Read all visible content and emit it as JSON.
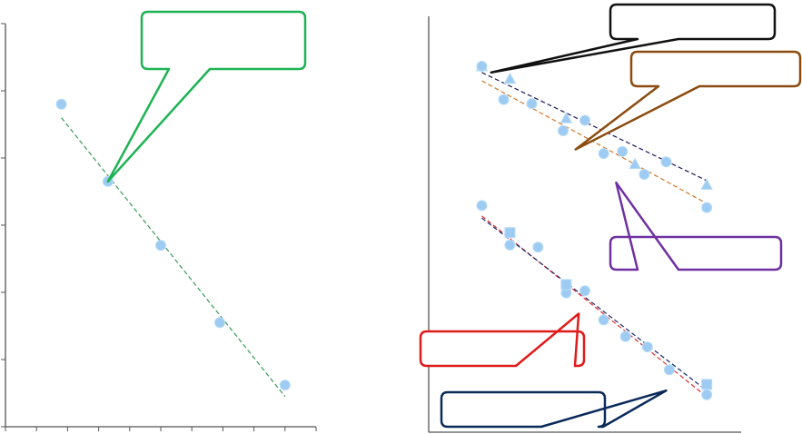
{
  "chart_data": [
    {
      "type": "scatter",
      "title": "",
      "xlabel": "",
      "ylabel": "",
      "xlim": [
        0,
        10
      ],
      "ylim": [
        0,
        6
      ],
      "grid": false,
      "legend": "none",
      "series": [
        {
          "marker": "circle",
          "color": "#9ecbf2",
          "x": [
            1.8,
            3.3,
            5.0,
            6.9,
            9.0
          ],
          "y": [
            4.8,
            3.65,
            2.7,
            1.55,
            0.62
          ],
          "trendline": {
            "x": [
              1.8,
              9.0
            ],
            "y": [
              4.6,
              0.45
            ],
            "color": "#3a9a5a",
            "dash": true
          }
        }
      ],
      "callouts": [
        {
          "text": "",
          "border": "#1db354",
          "points_to": {
            "x": 3.3,
            "y": 3.65
          }
        }
      ]
    },
    {
      "type": "scatter",
      "title": "",
      "xlabel": "",
      "ylabel": "",
      "xlim": [
        0,
        10
      ],
      "ylim": [
        0,
        10
      ],
      "grid": false,
      "legend": "none",
      "series": [
        {
          "marker": "triangle",
          "color": "#9ecbf2",
          "x": [
            1.7,
            2.6,
            4.4,
            6.6,
            8.9
          ],
          "y": [
            8.8,
            8.5,
            7.55,
            6.45,
            5.95
          ],
          "trendline": {
            "x": [
              1.7,
              8.9
            ],
            "y": [
              8.65,
              6.05
            ],
            "color": "#1a1a5a",
            "dash": true
          }
        },
        {
          "marker": "circle",
          "color": "#9ecbf2",
          "x": [
            1.7,
            2.4,
            3.3,
            4.3,
            5.0,
            5.6,
            6.2,
            6.9,
            7.6,
            8.9
          ],
          "y": [
            8.8,
            8.0,
            7.9,
            7.25,
            7.5,
            6.7,
            6.75,
            6.2,
            6.5,
            5.4
          ],
          "trendline": {
            "x": [
              1.7,
              8.9
            ],
            "y": [
              8.45,
              5.5
            ],
            "color": "#d2772a",
            "dash": true
          }
        },
        {
          "marker": "circle",
          "color": "#9ecbf2",
          "x": [
            1.7,
            2.6,
            3.5,
            4.4,
            5.0,
            5.6,
            6.3,
            7.0,
            7.7,
            8.9
          ],
          "y": [
            5.45,
            4.5,
            4.45,
            3.35,
            3.4,
            2.7,
            2.3,
            2.05,
            1.5,
            0.9
          ],
          "trendline": {
            "x": [
              1.7,
              8.9
            ],
            "y": [
              5.2,
              0.85
            ],
            "color": "#e03030",
            "dash": true
          }
        },
        {
          "marker": "square",
          "color": "#9ecbf2",
          "x": [
            2.6,
            4.4,
            8.9
          ],
          "y": [
            4.8,
            3.55,
            1.15
          ],
          "trendline": {
            "x": [
              1.7,
              8.9
            ],
            "y": [
              5.15,
              1.0
            ],
            "color": "#1a2a6a",
            "dash": true
          }
        }
      ],
      "callouts": [
        {
          "text": "",
          "border": "#111111",
          "points_to": {
            "x": 2.0,
            "y": 8.65
          }
        },
        {
          "text": "",
          "border": "#8b4c10",
          "points_to": {
            "x": 4.7,
            "y": 6.8
          }
        },
        {
          "text": "",
          "border": "#7030a0",
          "points_to": {
            "x": 6.0,
            "y": 6.0
          }
        },
        {
          "text": "",
          "border": "#e01a1a",
          "points_to": {
            "x": 4.8,
            "y": 2.85
          }
        },
        {
          "text": "",
          "border": "#0a2a5a",
          "points_to": {
            "x": 7.6,
            "y": 1.0
          }
        }
      ]
    }
  ]
}
